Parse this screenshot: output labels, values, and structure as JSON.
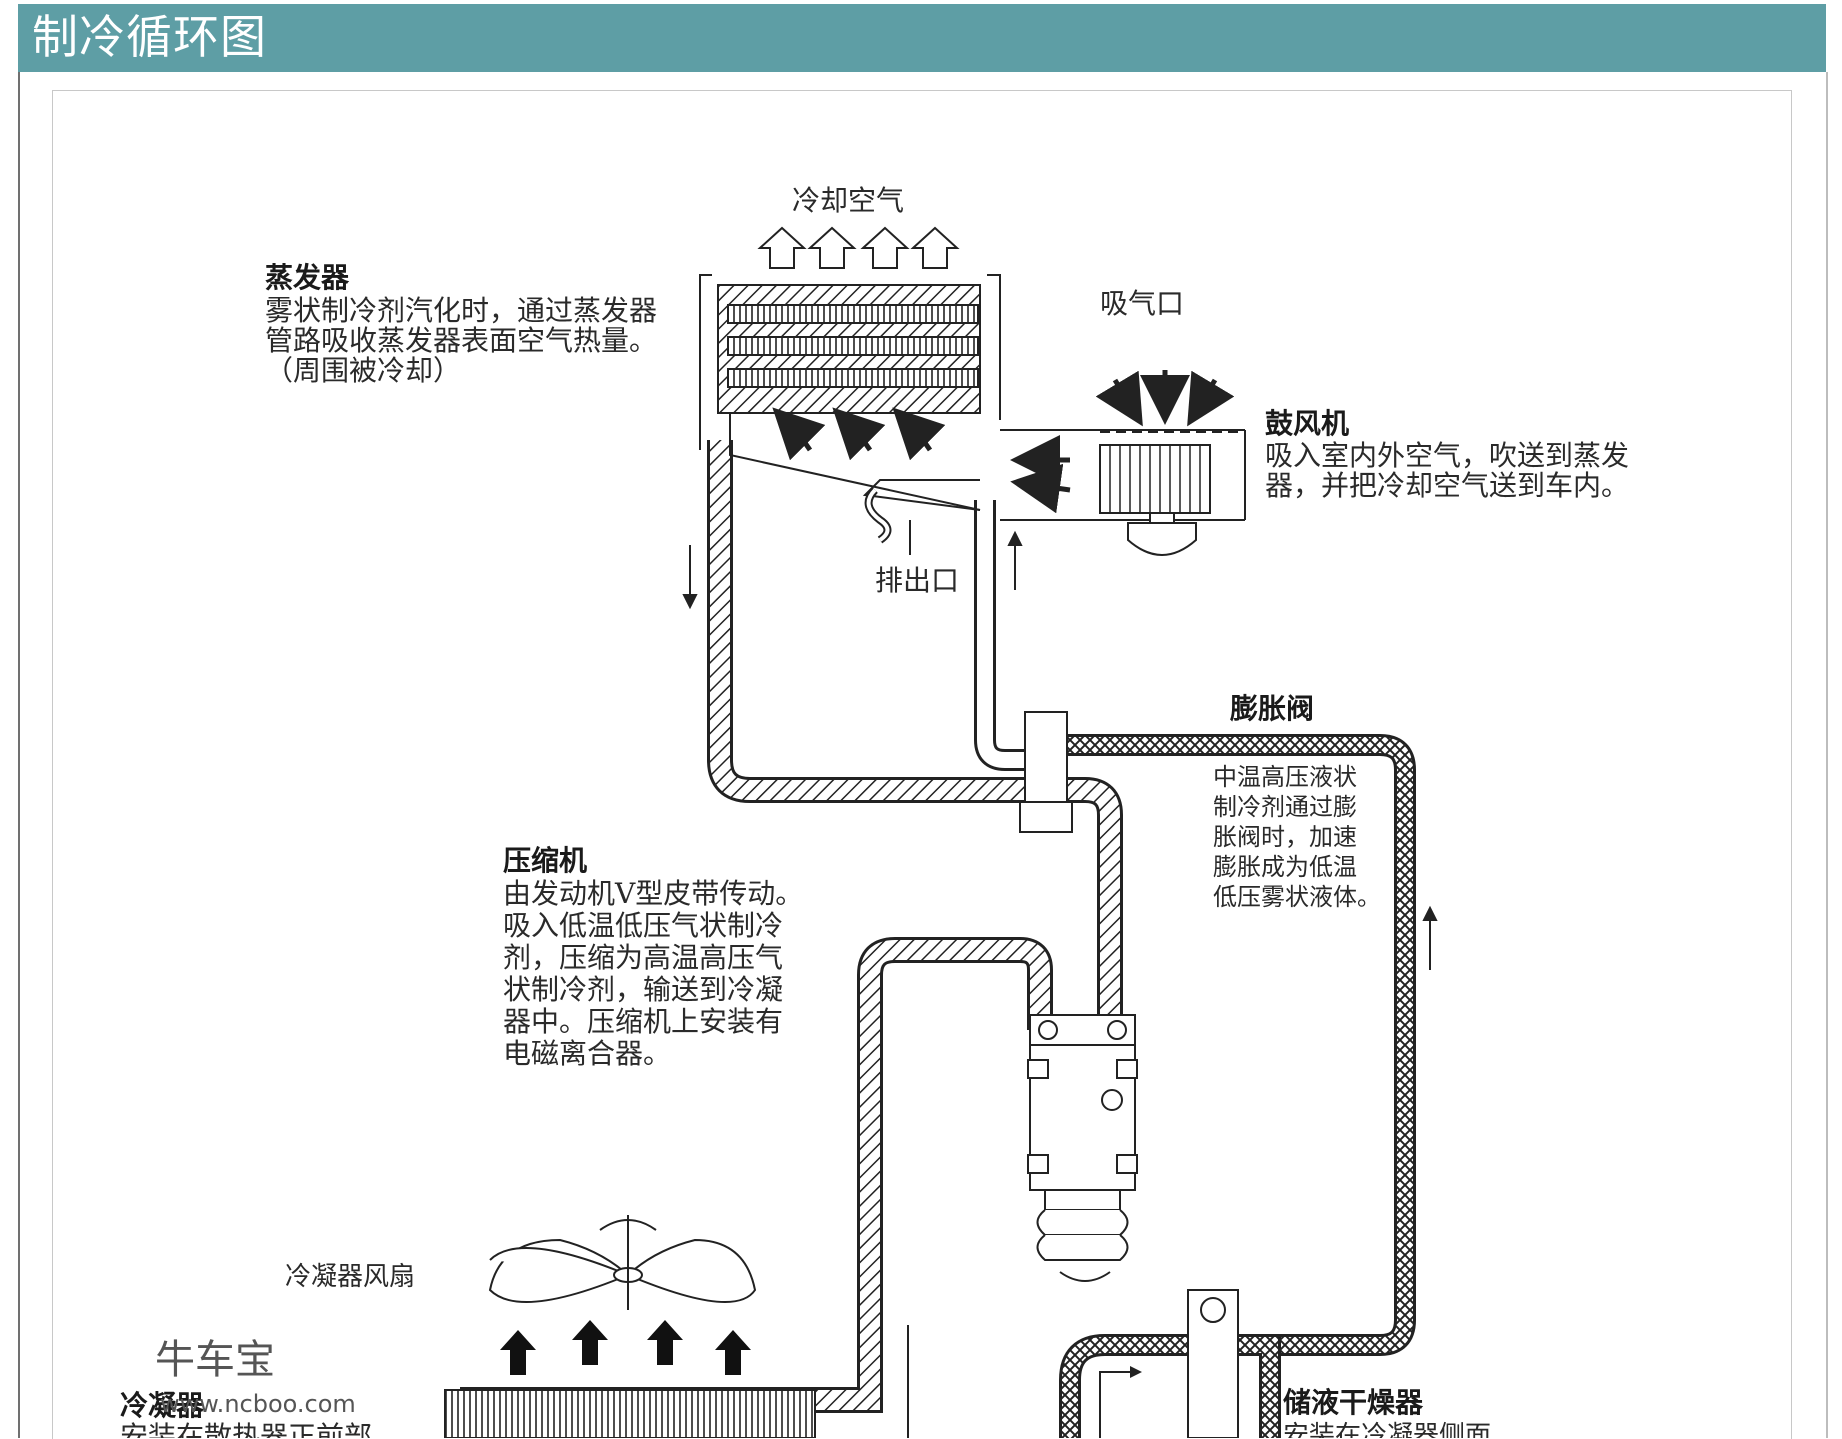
{
  "header": {
    "title": "制冷循环图"
  },
  "labels": {
    "cooling_air": "冷却空气",
    "evaporator": {
      "title": "蒸发器",
      "lines": [
        "雾状制冷剂汽化时，通过蒸发器",
        "管路吸收蒸发器表面空气热量。",
        "（周围被冷却）"
      ]
    },
    "intake": "吸气口",
    "blower": {
      "title": "鼓风机",
      "lines": [
        "吸入室内外空气，吹送到蒸发",
        "器，并把冷却空气送到车内。"
      ]
    },
    "drain": "排出口",
    "expansion_valve": {
      "title": "膨胀阀",
      "lines": [
        "中温高压液状",
        "制冷剂通过膨",
        "胀阀时，加速",
        "膨胀成为低温",
        "低压雾状液体。"
      ]
    },
    "compressor": {
      "title": "压缩机",
      "lines": [
        "由发动机V型皮带传动。",
        "吸入低温低压气状制冷",
        "剂，压缩为高温高压气",
        "状制冷剂，输送到冷凝",
        "器中。压缩机上安装有",
        "电磁离合器。"
      ]
    },
    "condenser_fan": "冷凝器风扇",
    "condenser": {
      "title": "冷凝器",
      "lines": [
        "安装在散热器正前部"
      ]
    },
    "receiver_drier": {
      "title": "储液干燥器",
      "lines": [
        "安装在冷凝器侧面"
      ]
    }
  },
  "watermark": {
    "name": "牛车宝",
    "url": "www.ncboo.com"
  }
}
